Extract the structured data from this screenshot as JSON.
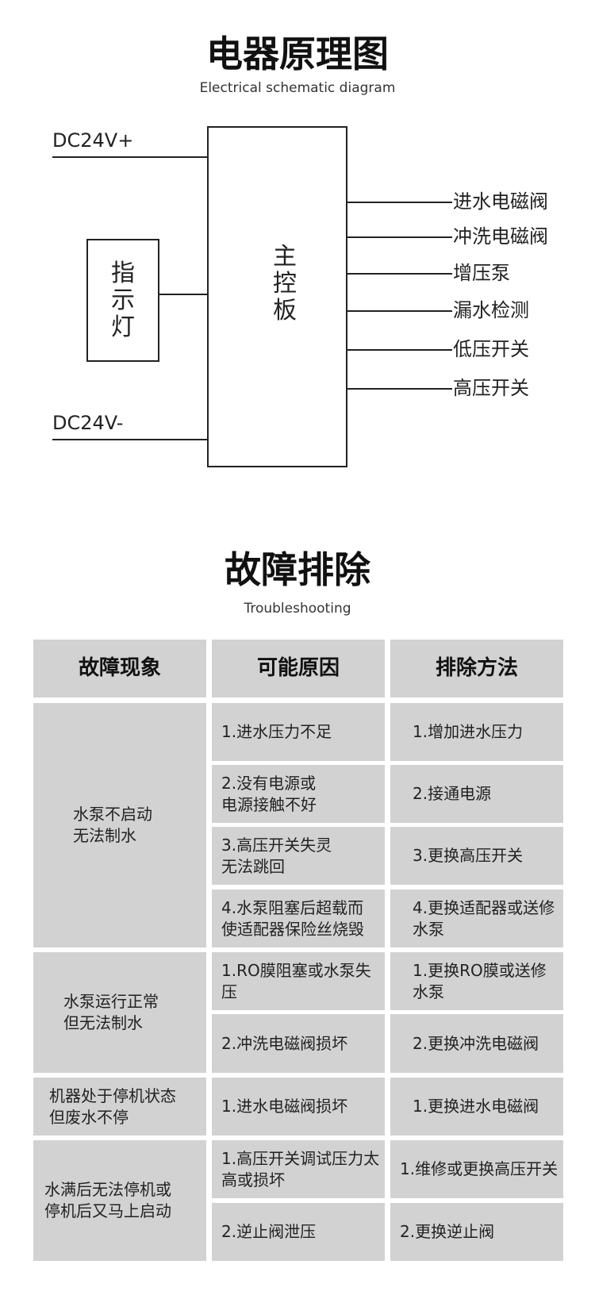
{
  "schematic": {
    "title": "电器原理图",
    "subtitle": "Electrical schematic diagram",
    "dc_positive": "DC24V+",
    "dc_negative": "DC24V-",
    "indicator": [
      "指",
      "示",
      "灯"
    ],
    "main_board": [
      "主",
      "控",
      "板"
    ],
    "outputs": [
      "进水电磁阀",
      "冲洗电磁阀",
      "增压泵",
      "漏水检测",
      "低压开关",
      "高压开关"
    ],
    "line_color": "#222222"
  },
  "troubleshooting": {
    "title": "故障排除",
    "subtitle": "Troubleshooting",
    "headers": [
      "故障现象",
      "可能原因",
      "排除方法"
    ],
    "cell_color": "#d2d2d2",
    "groups": [
      {
        "symptom": "水泵不启动\n无法制水",
        "rows": [
          {
            "cause": "1.进水压力不足",
            "fix": "1.增加进水压力"
          },
          {
            "cause": "2.没有电源或\n电源接触不好",
            "fix": "2.接通电源"
          },
          {
            "cause": "3.高压开关失灵\n无法跳回",
            "fix": "3.更换高压开关"
          },
          {
            "cause": "4.水泵阻塞后超载而\n使适配器保险丝烧毁",
            "fix": "4.更换适配器或送修\n水泵"
          }
        ]
      },
      {
        "symptom": "水泵运行正常\n但无法制水",
        "rows": [
          {
            "cause": "1.RO膜阻塞或水泵失压",
            "fix": "1.更换RO膜或送修\n水泵"
          },
          {
            "cause": "2.冲洗电磁阀损坏",
            "fix": "2.更换冲洗电磁阀"
          }
        ]
      },
      {
        "symptom": "机器处于停机状态\n但废水不停",
        "rows": [
          {
            "cause": "1.进水电磁阀损坏",
            "fix": "1.更换进水电磁阀"
          }
        ]
      },
      {
        "symptom": "水满后无法停机或\n停机后又马上启动",
        "rows": [
          {
            "cause": "1.高压开关调试压力太\n高或损坏",
            "fix": "1.维修或更换高压开关"
          },
          {
            "cause": "2.逆止阀泄压",
            "fix": "2.更换逆止阀"
          }
        ]
      }
    ]
  }
}
